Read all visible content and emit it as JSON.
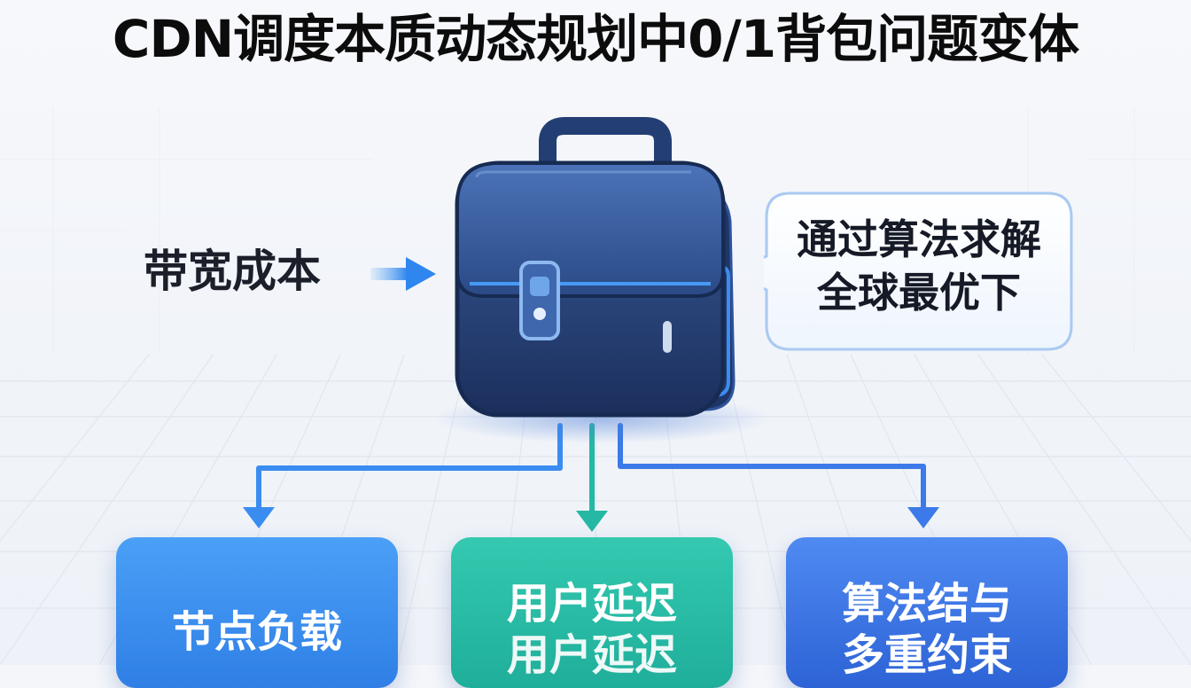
{
  "title": "CDN调度本质动态规划中0/1背包问题变体",
  "left_label": "带宽成本",
  "callout": {
    "line1": "通过算法求解",
    "line2": "全球最优下"
  },
  "boxes": [
    {
      "line1": "节点负载",
      "line2": "",
      "color": "#2f7fe6"
    },
    {
      "line1": "用户延迟",
      "line2": "用户延迟",
      "color": "#1fae9a"
    },
    {
      "line1": "算法结与",
      "line2": "多重约束",
      "color": "#2d63d6"
    }
  ],
  "colors": {
    "accent_blue": "#2f7fe6",
    "accent_teal": "#1fae9a",
    "bag_navy": "#1d3a6e"
  }
}
